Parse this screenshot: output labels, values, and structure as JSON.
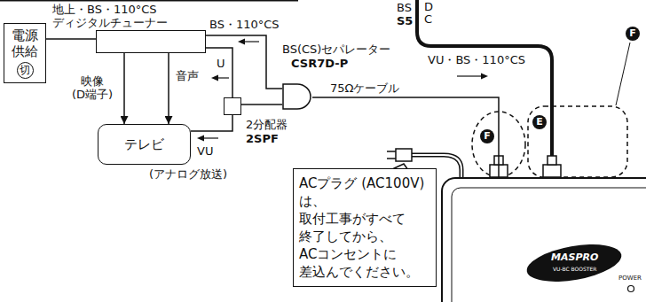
{
  "diagram": {
    "nodes": [
      {
        "text": [
          "電源 供給",
          "切"
        ]
      },
      {
        "text": [
          "地上・BS・110°CS ディジタルチューナー"
        ]
      },
      {
        "text": [
          "テレビ"
        ]
      },
      {
        "text": [
          "2分配器",
          "2SPF"
        ]
      },
      {
        "text": [
          "BS(CS)セパレーター",
          "CSR7D-P"
        ]
      },
      {
        "text": [
          "ACプラグ (AC100V)は、 取付工事がすべて 終了してから、 ACコンセントに 差込んでください。"
        ]
      },
      {
        "text": [
          "MASPRO",
          "VU-BC BOOSTER",
          "POWER"
        ]
      }
    ],
    "edges": [
      {
        "from": 0,
        "to": 1,
        "arrow": "none"
      },
      {
        "from": 1,
        "to": 2,
        "label": "映像 (D端子)",
        "arrow": "to"
      },
      {
        "from": 1,
        "to": 2,
        "label": "音声",
        "arrow": "to"
      },
      {
        "from": 4,
        "to": 1,
        "label": "BS・110°CS",
        "arrow": "none"
      },
      {
        "from": 3,
        "to": 1,
        "label": "U",
        "arrow": "none"
      },
      {
        "from": 4,
        "to": 3,
        "arrow": "none"
      },
      {
        "from": 3,
        "to": 2,
        "label": "VU",
        "arrow": "none"
      },
      {
        "from": 6,
        "to": 4,
        "label": "75Ωケーブル",
        "arrow": "none"
      }
    ],
    "labels": [
      "BS",
      "S5",
      "DC",
      "VU・BS・110°CS",
      "(アナログ放送)",
      "F",
      "E",
      "F"
    ]
  }
}
